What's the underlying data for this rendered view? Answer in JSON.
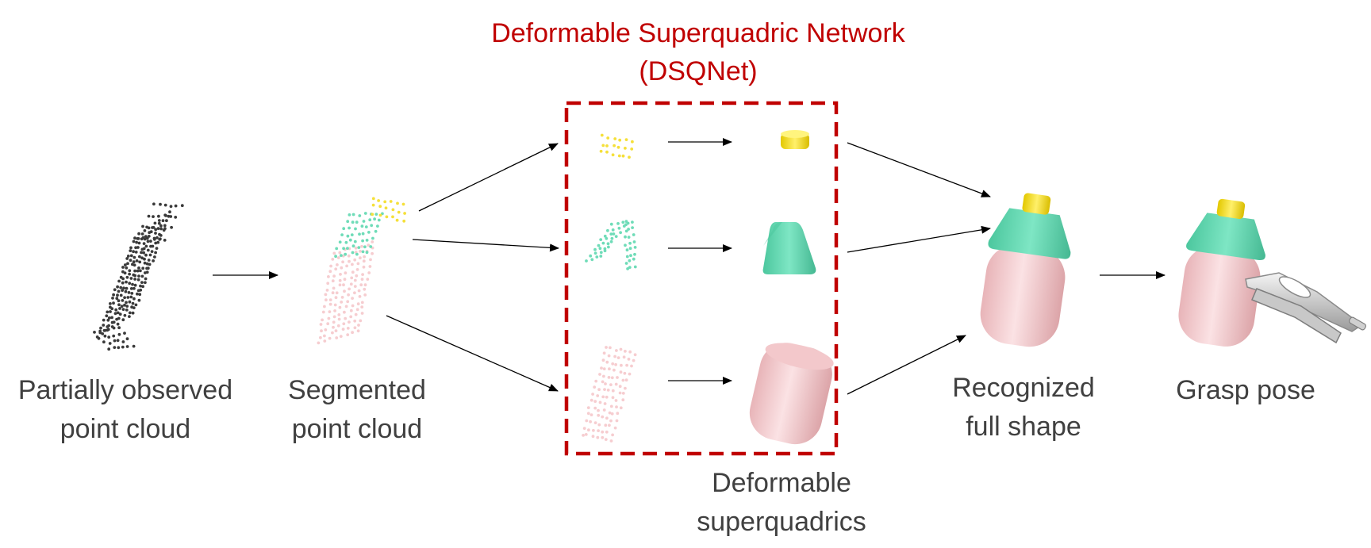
{
  "title": {
    "line1": "Deformable Superquadric Network",
    "line2": "(DSQNet)"
  },
  "labels": {
    "partial": {
      "line1": "Partially observed",
      "line2": "point cloud"
    },
    "segmented": {
      "line1": "Segmented",
      "line2": "point cloud"
    },
    "deformable": {
      "line1": "Deformable",
      "line2": "superquadrics"
    },
    "recognized": {
      "line1": "Recognized",
      "line2": "full shape"
    },
    "grasp": {
      "line1": "Grasp pose"
    }
  },
  "colors": {
    "title": "#c00000",
    "box_border": "#c00000",
    "text": "#404040",
    "arrow": "#000000",
    "raw_points": "#3a3a3a",
    "cap": "#f5e03a",
    "shoulder": "#6fdcb8",
    "body": "#f6cdd0",
    "gripper": "#d8d8d8"
  }
}
